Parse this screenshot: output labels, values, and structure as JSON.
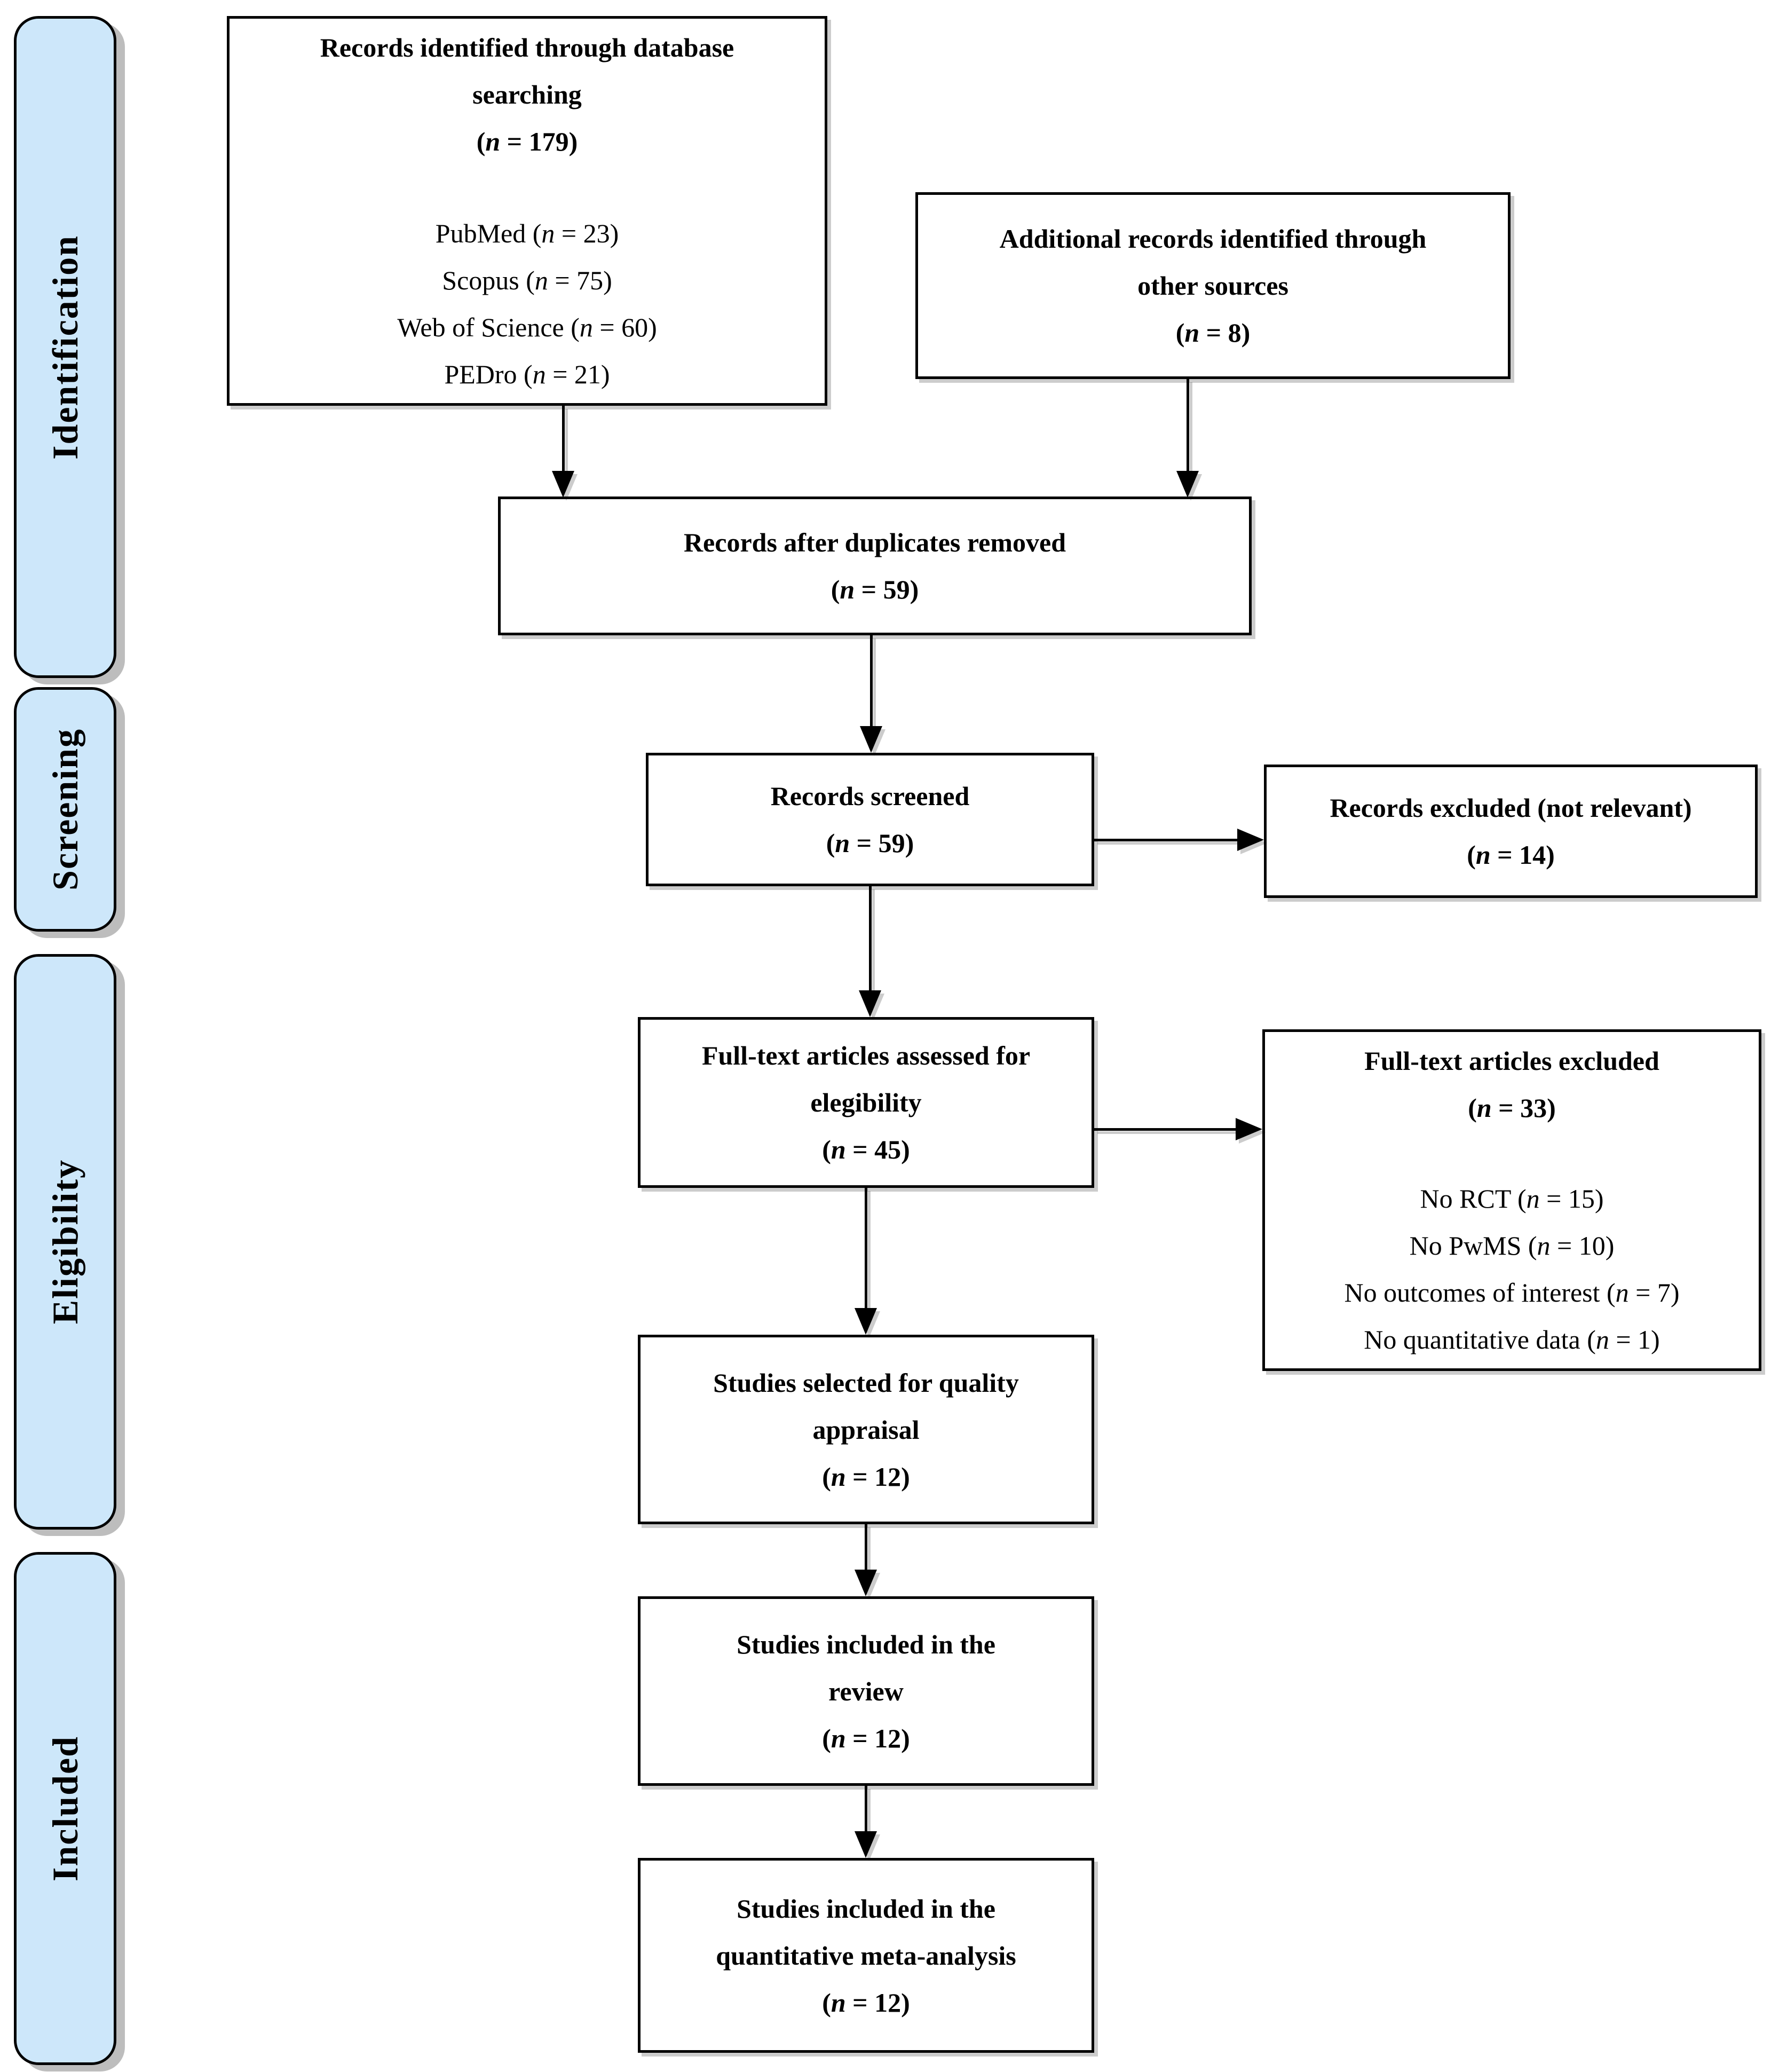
{
  "figure": {
    "kind": "PRISMA flow diagram"
  },
  "colors": {
    "stage-fill": "#cde7fa",
    "ink": "#000000",
    "stage-shadow": "#bdbdbd",
    "box-shadow": "#cccccc"
  },
  "sidebar": {
    "stages": [
      "Identification",
      "Screening",
      "Eligibility",
      "Included"
    ]
  },
  "boxes": {
    "db_search": {
      "title_lines": [
        "Records identified through database",
        "searching",
        "(n = 179)"
      ],
      "sources": [
        "PubMed (n = 23)",
        "Scopus (n = 75)",
        "Web of Science (n = 60)",
        "PEDro (n = 21)"
      ]
    },
    "other_sources": {
      "lines": [
        "Additional records identified through",
        "other sources",
        "(n = 8)"
      ]
    },
    "duplicates_removed": {
      "lines": [
        "Records after duplicates removed",
        "(n = 59)"
      ]
    },
    "screened": {
      "lines": [
        "Records screened",
        "(n = 59)"
      ]
    },
    "excluded_screening": {
      "lines": [
        "Records excluded (not relevant)",
        "(n = 14)"
      ]
    },
    "fulltext_assessed": {
      "lines": [
        "Full-text articles assessed for",
        "elegibility",
        "(n = 45)"
      ]
    },
    "fulltext_excluded": {
      "title_lines": [
        "Full-text articles excluded",
        "(n = 33)"
      ],
      "reasons": [
        "No RCT (n = 15)",
        "No PwMS (n = 10)",
        "No outcomes of interest (n = 7)",
        "No quantitative data (n = 1)"
      ]
    },
    "quality_appraisal": {
      "lines": [
        "Studies selected for quality",
        "appraisal",
        "(n = 12)"
      ]
    },
    "included_review": {
      "lines": [
        "Studies included in the",
        "review",
        "(n = 12)"
      ]
    },
    "included_meta": {
      "lines": [
        "Studies included in the",
        "quantitative meta-analysis",
        "(n = 12)"
      ]
    }
  }
}
